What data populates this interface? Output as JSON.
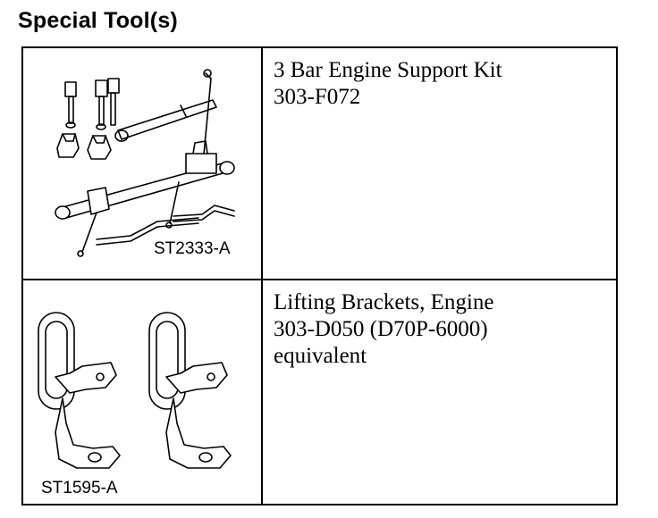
{
  "page_title": "Special Tool(s)",
  "tools": [
    {
      "image_code": "ST2333-A",
      "icon": "engine-support-kit-illustration",
      "lines": [
        "3 Bar Engine Support Kit",
        "303-F072"
      ]
    },
    {
      "image_code": "ST1595-A",
      "icon": "lifting-brackets-illustration",
      "lines": [
        "Lifting Brackets, Engine",
        "303-D050 (D70P-6000)",
        "equivalent"
      ]
    }
  ]
}
